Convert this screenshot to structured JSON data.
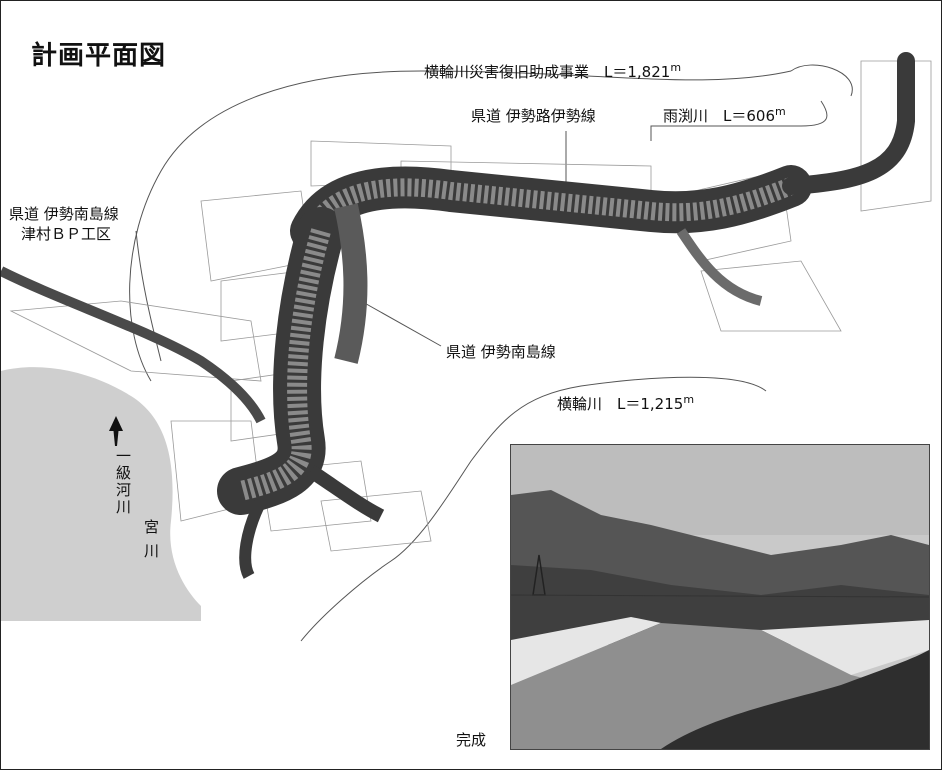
{
  "title": "計画平面図",
  "labels": {
    "yokowa_disaster": {
      "text": "横輪川災害復旧助成事業　L＝1,821",
      "unit": "m"
    },
    "route_iseji": "県道 伊勢路伊勢線",
    "amabuchi": {
      "text": "雨渕川　L＝606",
      "unit": "m"
    },
    "nanto_bp_line1": "県道 伊勢南島線",
    "nanto_bp_line2": "津村ＢＰ工区",
    "nanto": "県道 伊勢南島線",
    "yokowa": {
      "text": "横輪川　L＝1,215",
      "unit": "m"
    },
    "river_class": "一級河川",
    "river_name": "宮 川"
  },
  "photo_caption": "完成",
  "colors": {
    "road_dark": "#3a3a3a",
    "road_mid": "#6b6b6b",
    "river_gray": "#cfcfcf",
    "sky": "#c9c9c9",
    "mountain": "#555555",
    "embankment": "#e6e6e6"
  }
}
